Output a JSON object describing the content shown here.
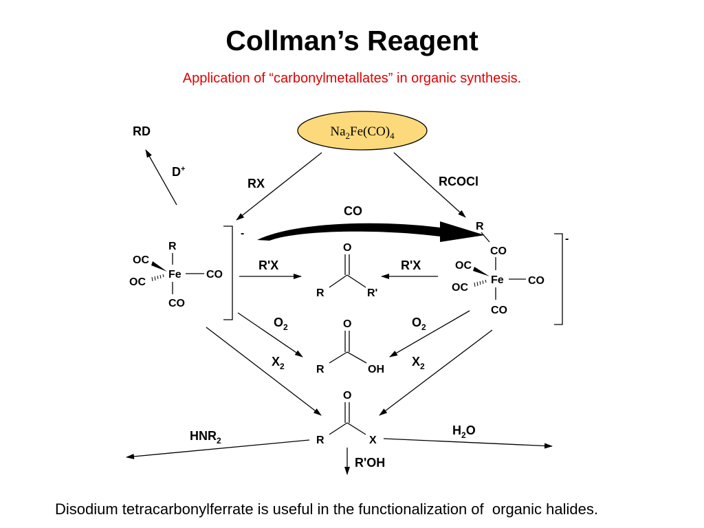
{
  "title": "Collman’s Reagent",
  "subtitle": "Application of “carbonylmetallates” in organic synthesis.",
  "footer": "Disodium tetracarbonylferrate is useful in the functionalization of  organic halides.",
  "colors": {
    "subtitle": "#e00000",
    "ellipse_fill": "#fcd97a",
    "ellipse_stroke": "#000000"
  },
  "reagent": {
    "main": "Na",
    "sub1": "2",
    "mid": "Fe(CO)",
    "sub2": "4"
  },
  "labels": {
    "rd": "RD",
    "d_plus_main": "D",
    "d_plus_sup": "+",
    "rx": "RX",
    "rcocl": "RCOCl",
    "co_migration": "CO",
    "rprime_x_left": "R'X",
    "rprime_x_right": "R'X",
    "o2_left_main": "O",
    "o2_left_sub": "2",
    "o2_right_main": "O",
    "o2_right_sub": "2",
    "x2_left_main": "X",
    "x2_left_sub": "2",
    "x2_right_main": "X",
    "x2_right_sub": "2",
    "hnr2_main": "HNR",
    "hnr2_sub": "2",
    "h2o_main": "H",
    "h2o_sub": "2",
    "h2o_end": "O",
    "rprime_oh": "R'OH"
  },
  "left_complex": {
    "r": "R",
    "fe": "Fe",
    "oc_top": "OC",
    "oc_bottom": "OC",
    "co_right": "CO",
    "co_bottom": "CO",
    "charge": "-"
  },
  "right_complex": {
    "r": "R",
    "co_acyl": "CO",
    "fe": "Fe",
    "oc_top": "OC",
    "oc_bottom": "OC",
    "co_right": "CO",
    "co_bottom": "CO",
    "charge": "-"
  },
  "ketone": {
    "o": "O",
    "r": "R",
    "r2": "R'"
  },
  "acid": {
    "o": "O",
    "r": "R",
    "oh": "OH"
  },
  "acyl_halide": {
    "o": "O",
    "r": "R",
    "x": "X"
  }
}
